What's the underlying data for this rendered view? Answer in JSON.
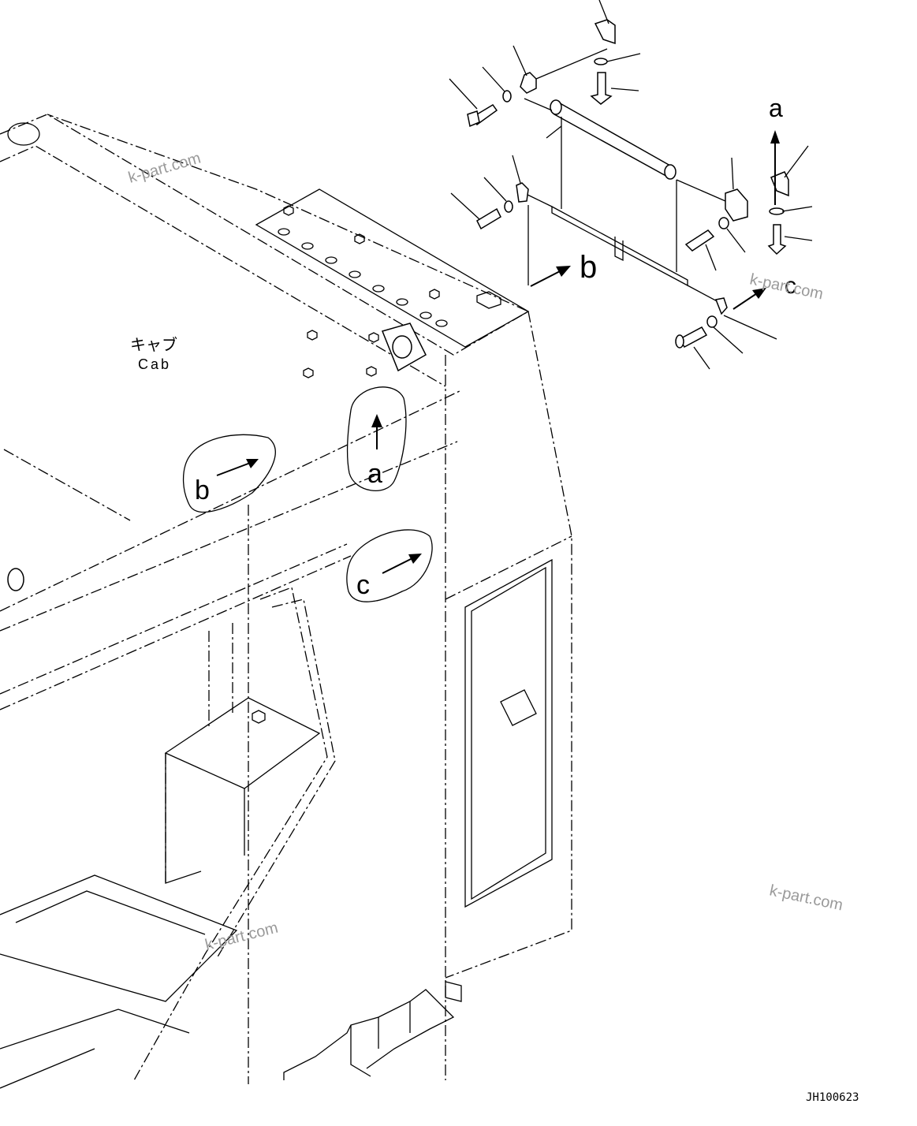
{
  "labels": {
    "cab_jp": "キャブ",
    "cab_en": "Cab",
    "view_a": "a",
    "view_b": "b",
    "view_c": "c",
    "detail_a": "a",
    "detail_b": "b",
    "detail_c": "c"
  },
  "watermarks": [
    "k-part.com",
    "k-part.com",
    "k-part.com",
    "k-part.com"
  ],
  "drawing_code": "JH100623",
  "colors": {
    "line": "#000000",
    "background": "#ffffff",
    "watermark": "#9a9a9a"
  }
}
